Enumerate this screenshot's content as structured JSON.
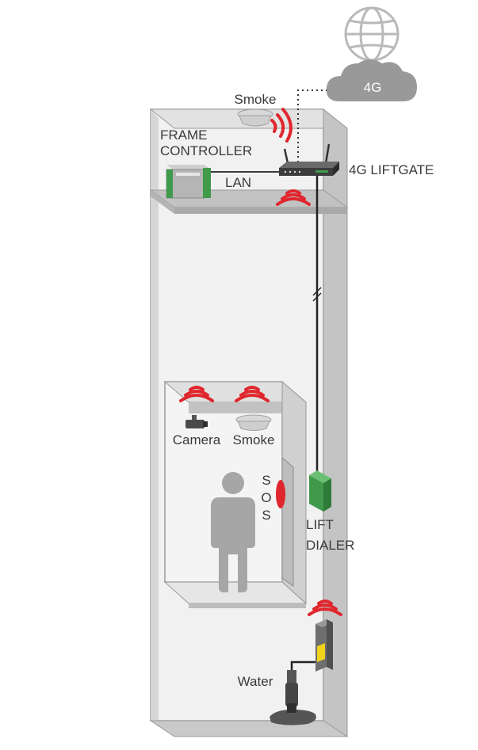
{
  "labels": {
    "cloud": "4G",
    "smoke_top": "Smoke",
    "frame_line1": "FRAME",
    "frame_line2": "CONTROLLER",
    "liftgate": "4G LIFTGATE",
    "lan": "LAN",
    "camera": "Camera",
    "smoke_car": "Smoke",
    "sos_s1": "S",
    "sos_o": "O",
    "sos_s2": "S",
    "lift_line1": "LIFT",
    "lift_line2": "DIALER",
    "water": "Water"
  },
  "colors": {
    "shaft_light": "#efefef",
    "shaft_mid": "#c9c9c9",
    "shaft_dark": "#a9a9a9",
    "outline": "#8a8a8a",
    "signal_red": "#e0262d",
    "device_green": "#3f9a4b",
    "person_gray": "#a6a6a6",
    "text": "#3a3a3a",
    "sensor_yellow": "#f2d31a"
  },
  "icons": [
    "globe-icon",
    "cloud-icon",
    "router-icon",
    "wifi-signal-icon",
    "smoke-detector-icon",
    "camera-icon",
    "person-icon",
    "sos-button-icon",
    "water-sensor-icon"
  ]
}
